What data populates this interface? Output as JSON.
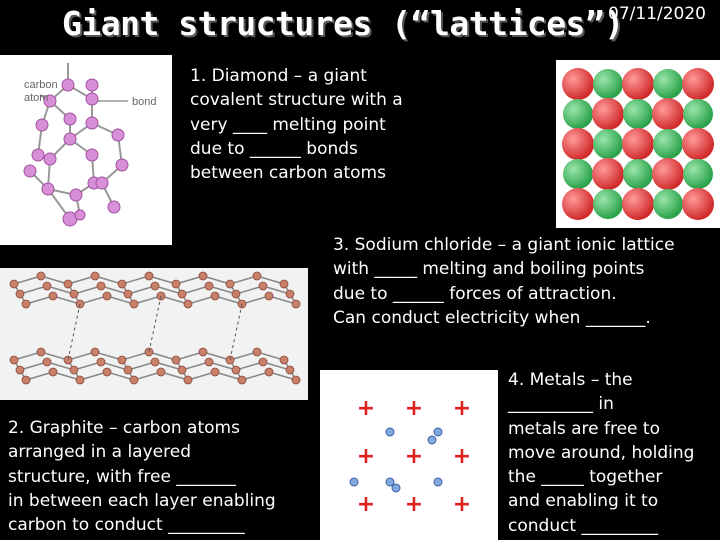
{
  "slide": {
    "title": "Giant structures (“lattices”)",
    "date": "07/11/2020"
  },
  "diamond": {
    "text": [
      "1. Diamond – a giant",
      "covalent structure with a",
      "very ____ melting point",
      "due to ______ bonds",
      "between carbon atoms"
    ],
    "label_carbon": "carbon",
    "label_atom": "atom",
    "label_bond": "bond"
  },
  "sodium_chloride": {
    "text": [
      "3. Sodium chloride – a giant ionic lattice",
      "with _____ melting and boiling points",
      "due to ______ forces of attraction.",
      "Can conduct electricity when _______."
    ]
  },
  "graphite": {
    "text": [
      "2. Graphite – carbon atoms",
      "arranged in a layered",
      "structure, with free _______",
      "in between each layer enabling",
      "carbon to conduct _________"
    ]
  },
  "metals": {
    "text": [
      "4. Metals – the",
      "__________ in",
      "metals are free to",
      "move around, holding",
      "the _____ together",
      "and enabling it to",
      "conduct _________"
    ],
    "ion_symbol": "+"
  },
  "colors": {
    "background": "#000000",
    "text": "#ffffff",
    "carbon_atom": "#d98fd8",
    "na_ion": "#d12a2a",
    "cl_ion": "#2aa24a",
    "graphite_atom": "#c8806a",
    "metal_ion": "#e02020",
    "electron": "#7fa8e0"
  }
}
